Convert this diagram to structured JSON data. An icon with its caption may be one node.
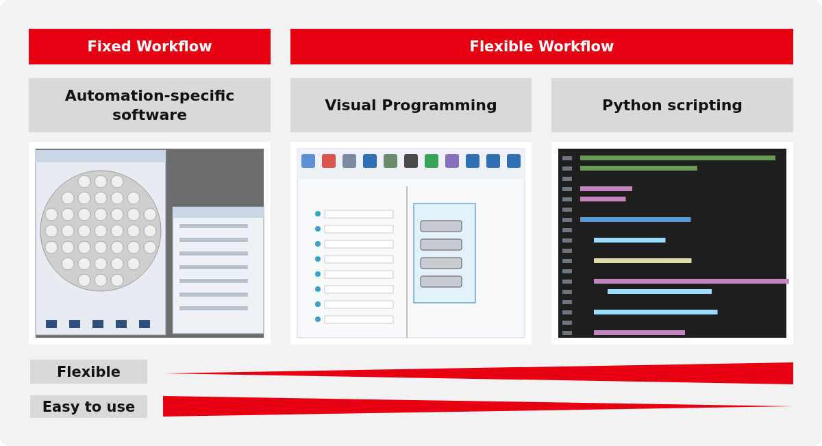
{
  "diagram": {
    "nodes": [
      {
        "text": [
          "Fixed Workflow"
        ]
      },
      {
        "text": [
          "Flexible Workflow"
        ]
      },
      {
        "text": [
          "Automation-specific software"
        ]
      },
      {
        "text": [
          "Visual Programming"
        ]
      },
      {
        "text": [
          "Python scripting"
        ]
      },
      {
        "text": [
          "Flexible"
        ]
      },
      {
        "text": [
          "Easy to use"
        ]
      },
      {
        "text": [],
        "shape": "bar"
      },
      {
        "text": [],
        "shape": "bar"
      }
    ]
  }
}
